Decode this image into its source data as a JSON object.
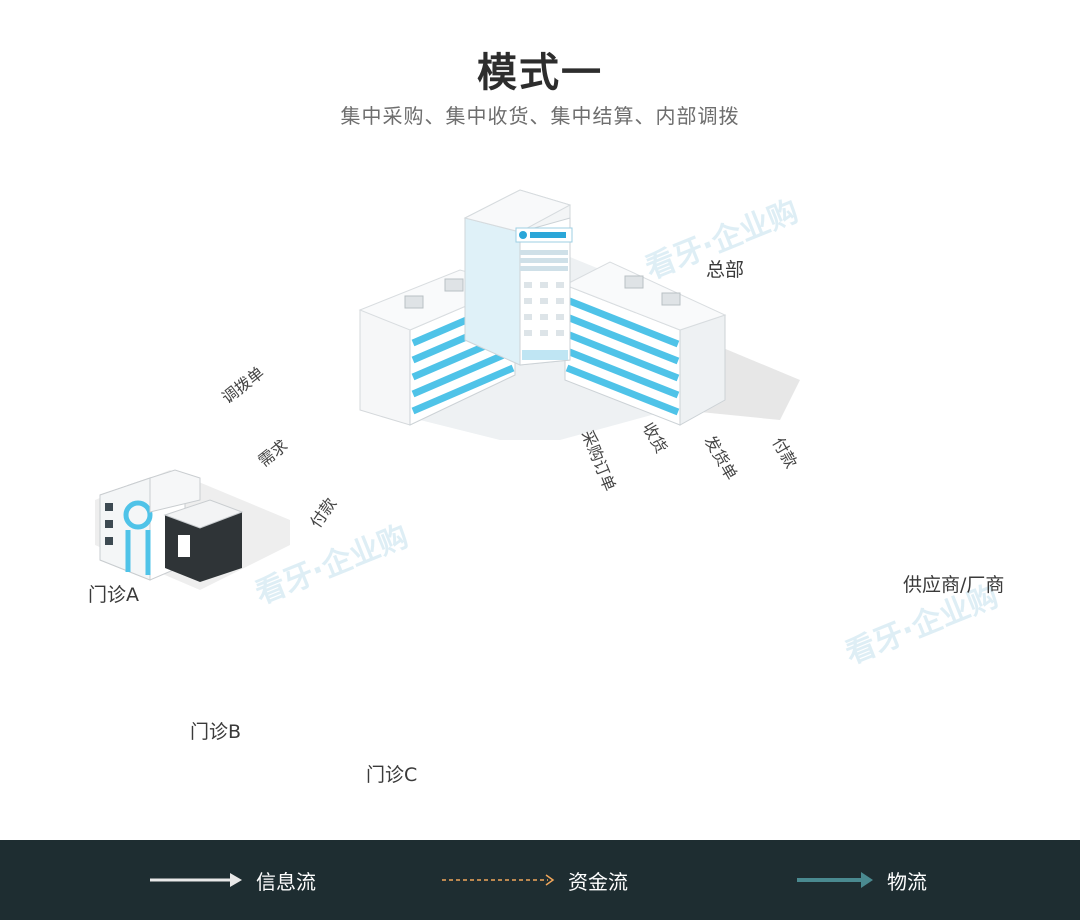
{
  "header": {
    "title": "模式一",
    "subtitle": "集中采购、集中收货、集中结算、内部调拨"
  },
  "nodes": {
    "hq": "总部",
    "clinic_a": "门诊A",
    "clinic_b": "门诊B",
    "clinic_c": "门诊C",
    "supplier": "供应商/厂商"
  },
  "flows": {
    "transfer_order": "调拨单",
    "demand": "需求",
    "payment_clinic": "付款",
    "purchase_order": "采购订单",
    "receive": "收货",
    "delivery_note": "发货单",
    "payment_supplier": "付款"
  },
  "legend": {
    "info_flow": "信息流",
    "fund_flow": "资金流",
    "logistics": "物流"
  },
  "watermark": {
    "brand": "看牙·企业购"
  },
  "colors": {
    "info_flow": "#d9d9d9",
    "fund_flow": "#f0a65a",
    "logistics": "#3c6e73",
    "legend_bg": "#1e2d31",
    "building_blue": "#4fc3e8"
  }
}
